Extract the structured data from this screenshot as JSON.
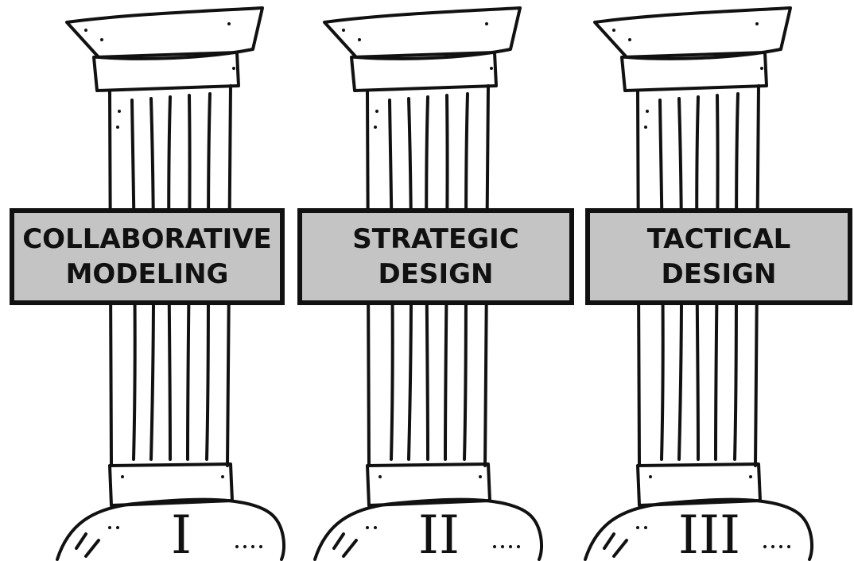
{
  "pillars": [
    {
      "line1": "COLLABORATIVE",
      "line2": "MODELING",
      "numeral": "I",
      "icon": "column-icon"
    },
    {
      "line1": "STRATEGIC",
      "line2": "DESIGN",
      "numeral": "II",
      "icon": "column-icon"
    },
    {
      "line1": "TACTICAL",
      "line2": "DESIGN",
      "numeral": "III",
      "icon": "column-icon"
    }
  ],
  "colors": {
    "label_fill": "#c4c4c4",
    "outline": "#111111",
    "background": "#ffffff"
  }
}
